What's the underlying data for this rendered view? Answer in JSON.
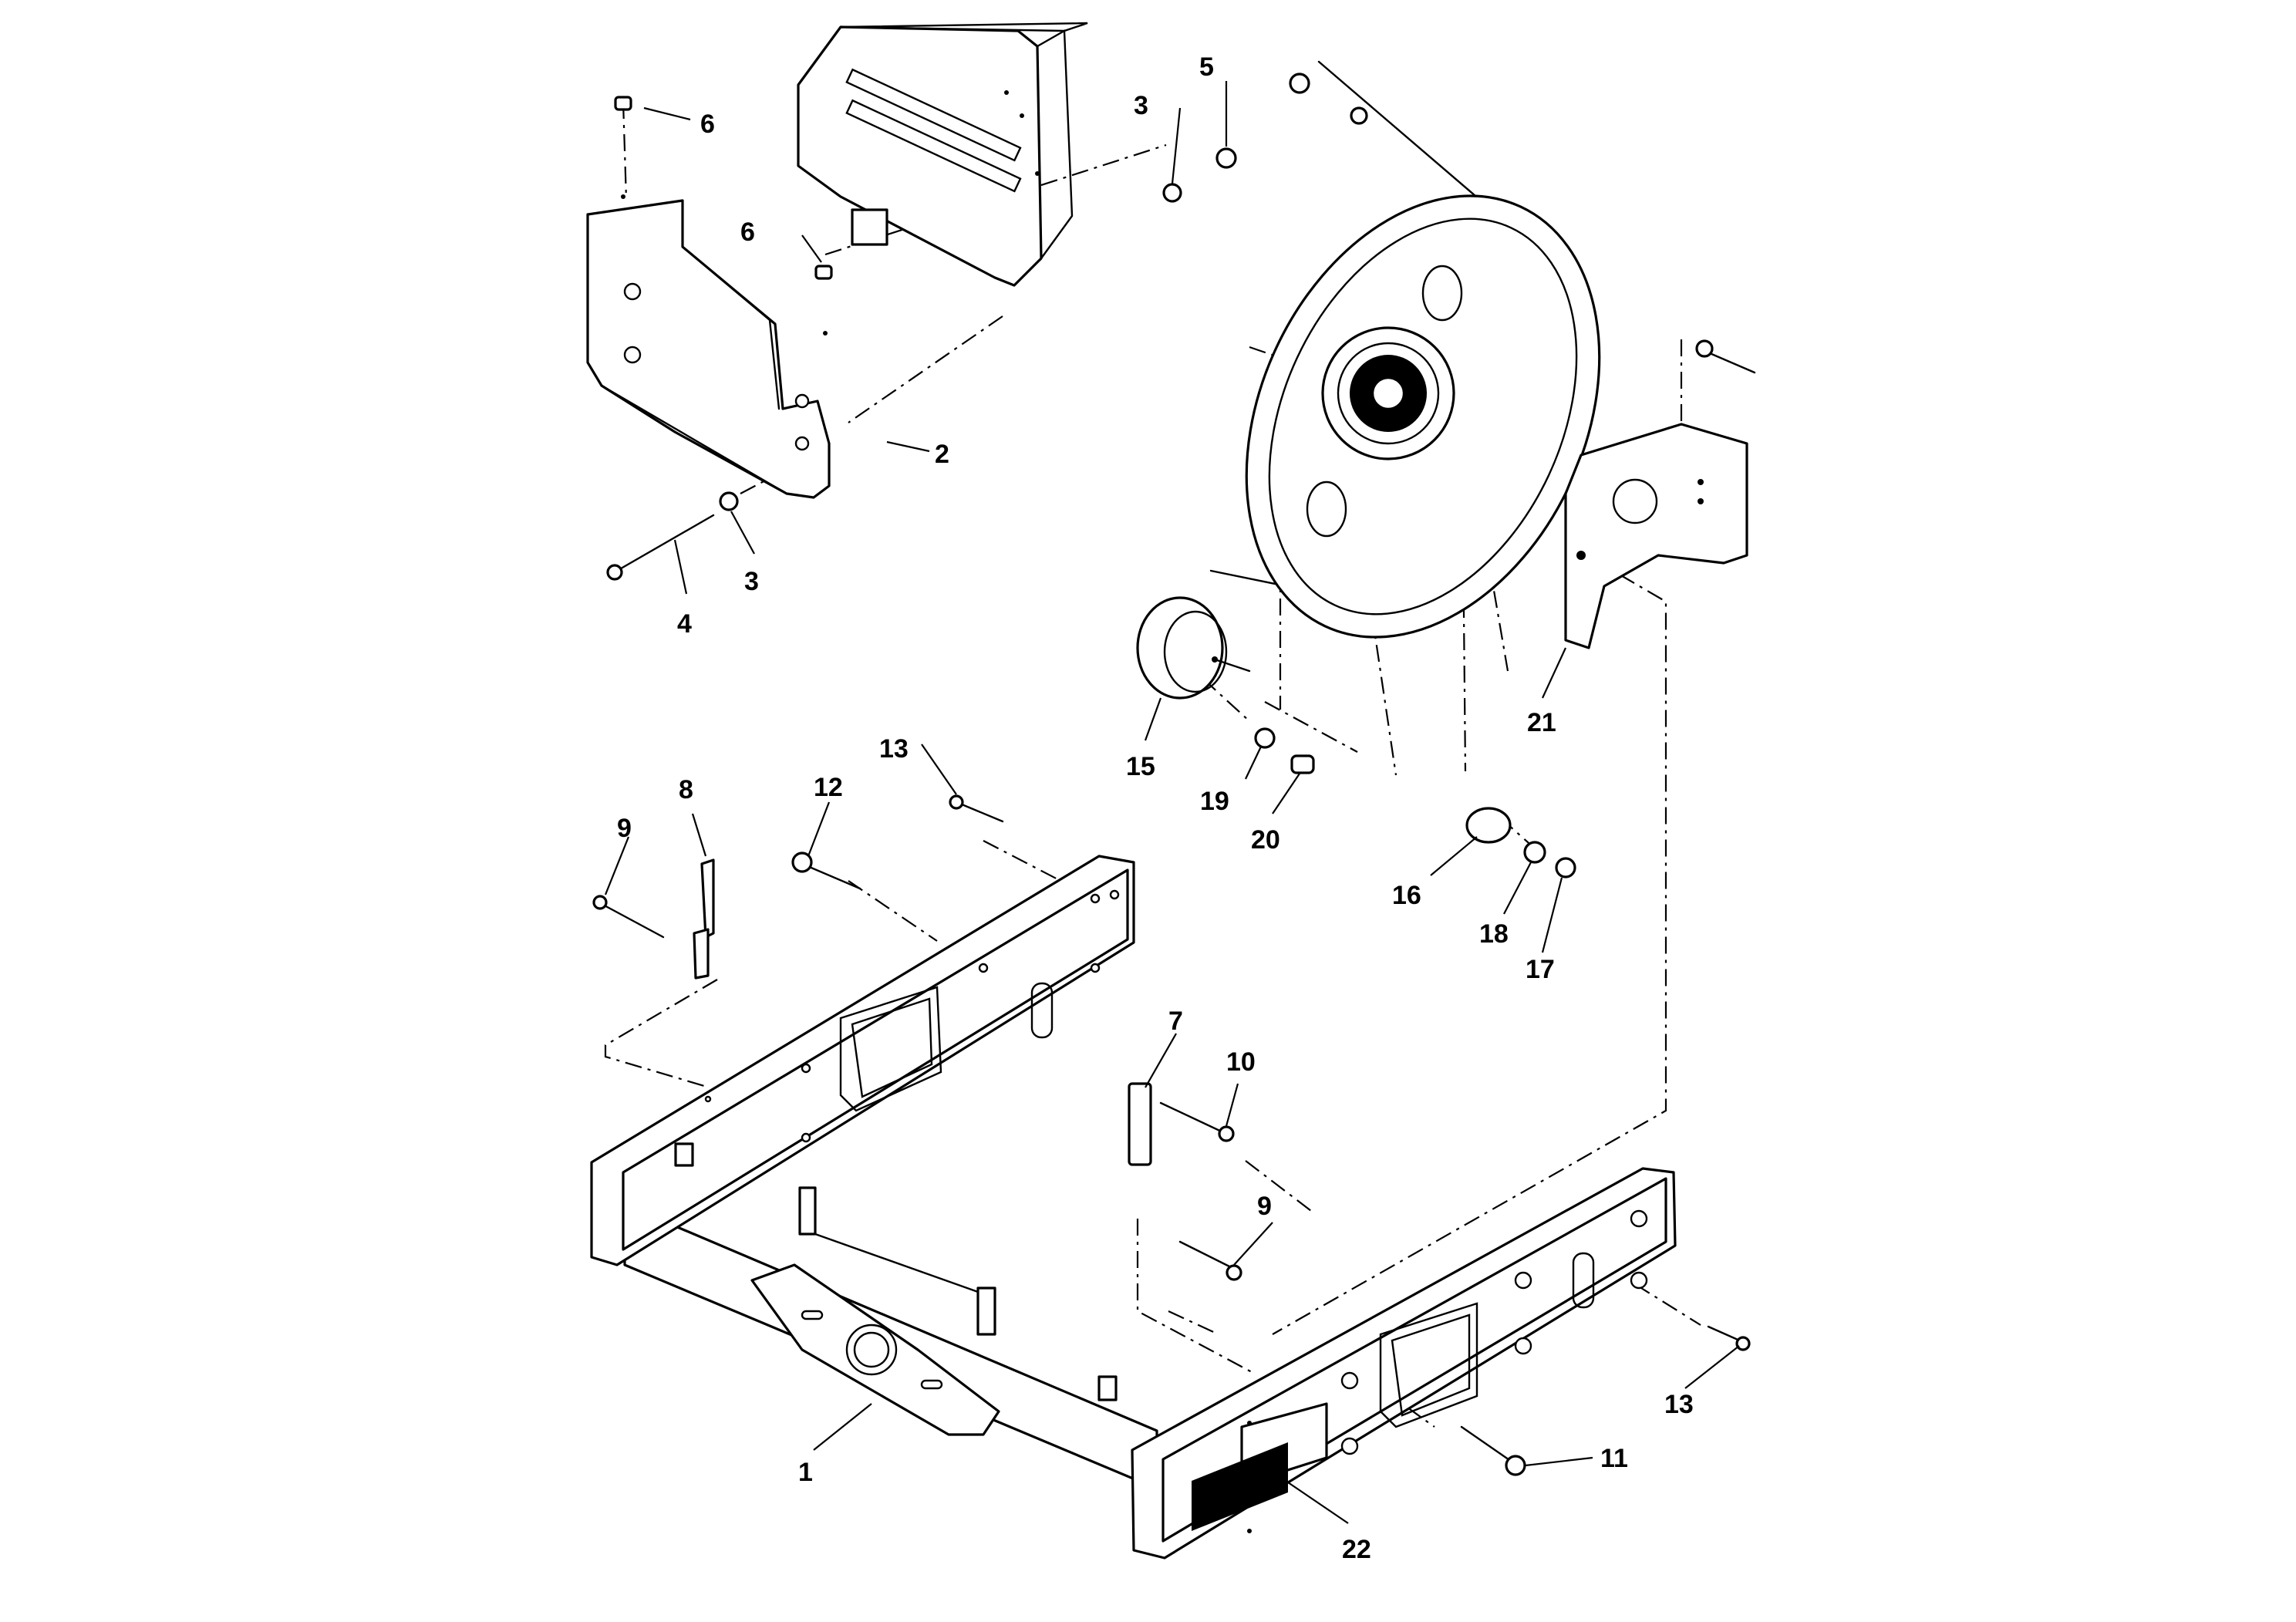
{
  "callouts": [
    {
      "id": "1",
      "label": "1"
    },
    {
      "id": "2",
      "label": "2"
    },
    {
      "id": "3a",
      "label": "3"
    },
    {
      "id": "3b",
      "label": "3"
    },
    {
      "id": "4",
      "label": "4"
    },
    {
      "id": "5",
      "label": "5"
    },
    {
      "id": "6a",
      "label": "6"
    },
    {
      "id": "6b",
      "label": "6"
    },
    {
      "id": "7",
      "label": "7"
    },
    {
      "id": "8",
      "label": "8"
    },
    {
      "id": "9a",
      "label": "9"
    },
    {
      "id": "9b",
      "label": "9"
    },
    {
      "id": "10",
      "label": "10"
    },
    {
      "id": "11",
      "label": "11"
    },
    {
      "id": "12",
      "label": "12"
    },
    {
      "id": "13a",
      "label": "13"
    },
    {
      "id": "13b",
      "label": "13"
    },
    {
      "id": "15",
      "label": "15"
    },
    {
      "id": "16",
      "label": "16"
    },
    {
      "id": "17",
      "label": "17"
    },
    {
      "id": "18",
      "label": "18"
    },
    {
      "id": "19",
      "label": "19"
    },
    {
      "id": "20",
      "label": "20"
    },
    {
      "id": "21",
      "label": "21"
    },
    {
      "id": "22",
      "label": "22"
    }
  ],
  "colors": {
    "line": "#000000",
    "background": "#ffffff"
  }
}
